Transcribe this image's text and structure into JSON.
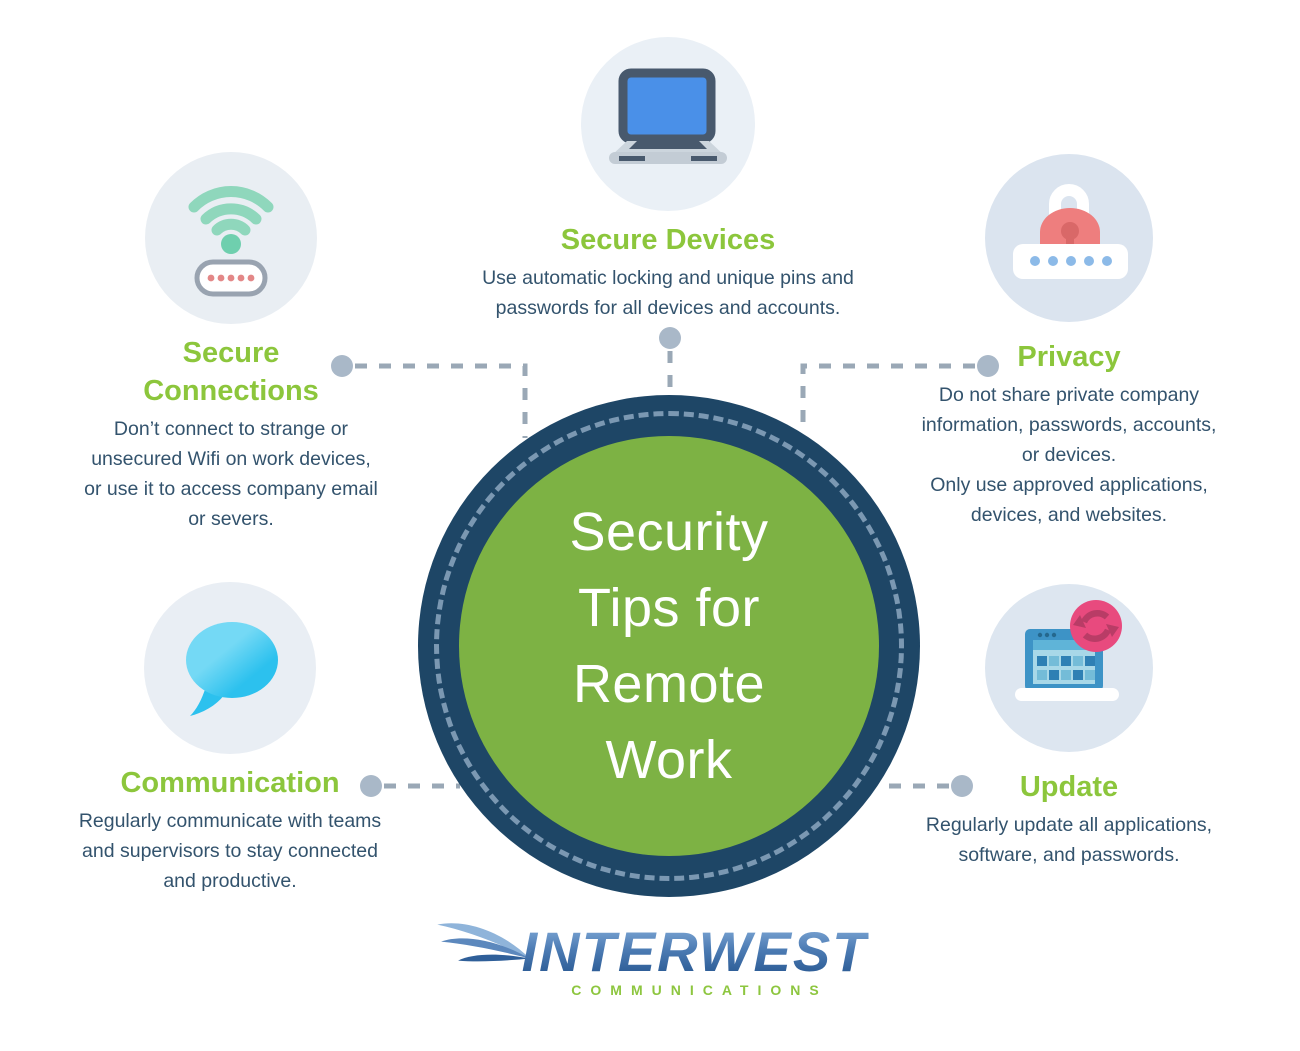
{
  "center": {
    "title": "Security\nTips for\nRemote\nWork"
  },
  "tips": [
    {
      "id": "secure-connections",
      "title": "Secure\nConnections",
      "body": "Don’t connect to strange or\nunsecured Wifi on work devices,\nor use it to access company email\nor severs.",
      "icon": "wifi-router-icon"
    },
    {
      "id": "secure-devices",
      "title": "Secure Devices",
      "body": "Use automatic locking and unique pins and\npasswords for all devices and accounts.",
      "icon": "laptop-icon"
    },
    {
      "id": "privacy",
      "title": "Privacy",
      "body": "Do not share private company\ninformation, passwords, accounts,\nor devices.\nOnly use approved applications,\ndevices, and websites.",
      "icon": "password-lock-icon"
    },
    {
      "id": "communication",
      "title": "Communication",
      "body": "Regularly communicate with teams\nand supervisors to stay connected\nand productive.",
      "icon": "chat-bubble-icon"
    },
    {
      "id": "update",
      "title": "Update",
      "body": "Regularly update all applications,\nsoftware, and passwords.",
      "icon": "laptop-refresh-icon"
    }
  ],
  "logo": {
    "name": "INTERWEST",
    "tagline": "COMMUNICATIONS"
  },
  "colors": {
    "heading_green": "#8cc63c",
    "body_navy": "#33536d",
    "circle_navy": "#1e4666",
    "circle_green": "#7db244",
    "dashed_ring_blue": "#7b98b2",
    "connector_gray": "#9aa8b6",
    "logo_blue": "#35659e",
    "logo_green": "#8dc63f"
  }
}
